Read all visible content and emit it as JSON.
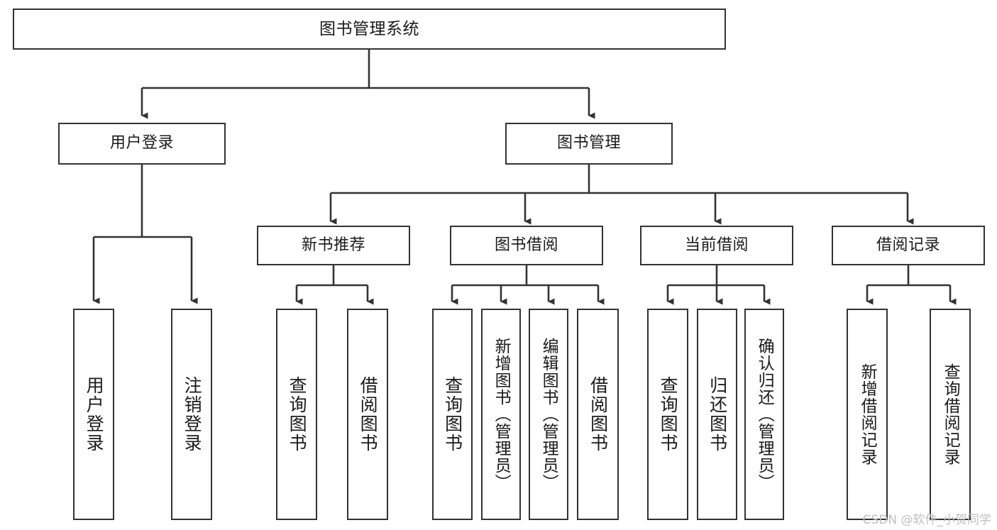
{
  "diagram": {
    "title": "图书管理系统",
    "type": "tree-hierarchy-chart",
    "stroke_color": "#333333",
    "box_fill": "#ffffff",
    "text_color": "#1a1a1a",
    "root": {
      "id": "root",
      "label": "图书管理系统"
    },
    "level2": [
      {
        "id": "user-login",
        "label": "用户登录"
      },
      {
        "id": "book-management",
        "label": "图书管理"
      }
    ],
    "level3": [
      {
        "id": "new-book-recommend",
        "label": "新书推荐",
        "parent": "book-management"
      },
      {
        "id": "book-borrow",
        "label": "图书借阅",
        "parent": "book-management"
      },
      {
        "id": "current-borrow",
        "label": "当前借阅",
        "parent": "book-management"
      },
      {
        "id": "borrow-record",
        "label": "借阅记录",
        "parent": "book-management"
      }
    ],
    "leaves": [
      {
        "id": "leaf-user-login",
        "label": "用户登录",
        "parent": "user-login"
      },
      {
        "id": "leaf-logout-login",
        "label": "注销登录",
        "parent": "user-login"
      },
      {
        "id": "leaf-query-book-1",
        "label": "查询图书",
        "parent": "new-book-recommend"
      },
      {
        "id": "leaf-borrow-book-1",
        "label": "借阅图书",
        "parent": "new-book-recommend"
      },
      {
        "id": "leaf-query-book-2",
        "label": "查询图书",
        "parent": "book-borrow"
      },
      {
        "id": "leaf-add-book-admin",
        "label": "新增图书（管理员）",
        "parent": "book-borrow"
      },
      {
        "id": "leaf-edit-book-admin",
        "label": "编辑图书（管理员）",
        "parent": "book-borrow"
      },
      {
        "id": "leaf-borrow-book-2",
        "label": "借阅图书",
        "parent": "book-borrow"
      },
      {
        "id": "leaf-query-book-3",
        "label": "查询图书",
        "parent": "current-borrow"
      },
      {
        "id": "leaf-return-book",
        "label": "归还图书",
        "parent": "current-borrow"
      },
      {
        "id": "leaf-confirm-return-admin",
        "label": "确认归还（管理员）",
        "parent": "current-borrow"
      },
      {
        "id": "leaf-add-borrow-record",
        "label": "新增借阅记录",
        "parent": "borrow-record"
      },
      {
        "id": "leaf-query-borrow-record",
        "label": "查询借阅记录",
        "parent": "borrow-record"
      }
    ]
  },
  "watermark": {
    "text": "CSDN @软件_小贺同学"
  }
}
